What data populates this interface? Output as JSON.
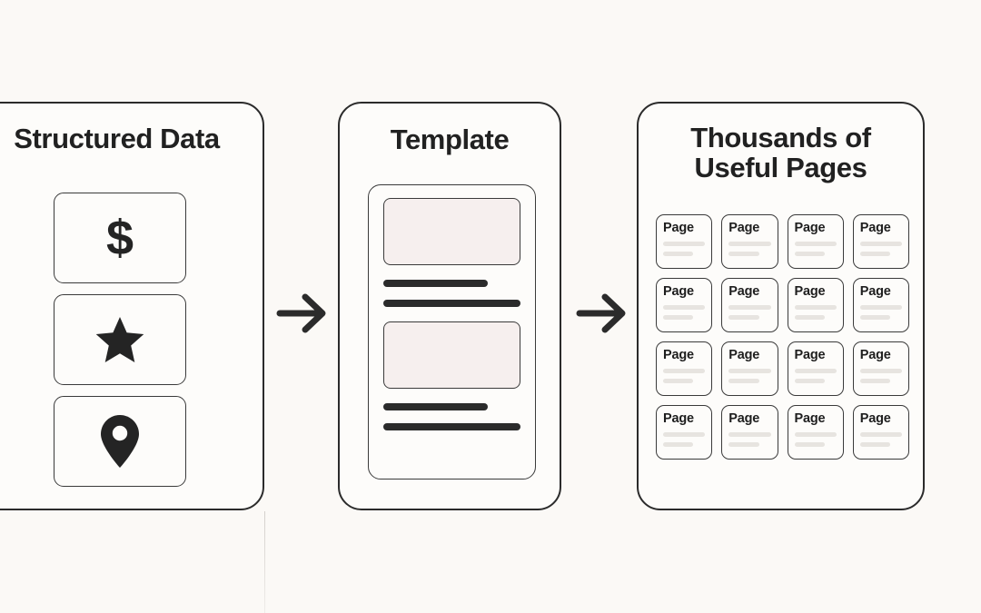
{
  "background": {
    "page_color": "#fbf9f6",
    "panel_color": "#fdfcfa",
    "stroke_color": "#2b2b2b",
    "image_block_color": "#f6efee",
    "skeleton_line_color": "#e7e4e0"
  },
  "panels": [
    {
      "id": "structured-data",
      "title": "Structured Data",
      "items": [
        {
          "icon": "dollar-sign-icon",
          "glyph": "$"
        },
        {
          "icon": "star-icon",
          "glyph": "★"
        },
        {
          "icon": "location-pin-icon",
          "glyph": "📍"
        }
      ]
    },
    {
      "id": "template",
      "title": "Template",
      "card": {
        "blocks": [
          {
            "type": "image-placeholder"
          },
          {
            "type": "text-bar",
            "width": "short"
          },
          {
            "type": "text-bar",
            "width": "long"
          },
          {
            "type": "image-placeholder"
          },
          {
            "type": "text-bar",
            "width": "short"
          },
          {
            "type": "text-bar",
            "width": "long"
          }
        ]
      }
    },
    {
      "id": "useful-pages",
      "title_line_1": "Thousands of",
      "title_line_2": "Useful Pages",
      "grid": {
        "columns": 4,
        "rows": 4,
        "count": 16,
        "card_label": "Page"
      }
    }
  ],
  "arrows": [
    {
      "id": "arrow-1",
      "direction": "right",
      "from": "structured-data",
      "to": "template"
    },
    {
      "id": "arrow-2",
      "direction": "right",
      "from": "template",
      "to": "useful-pages"
    }
  ]
}
